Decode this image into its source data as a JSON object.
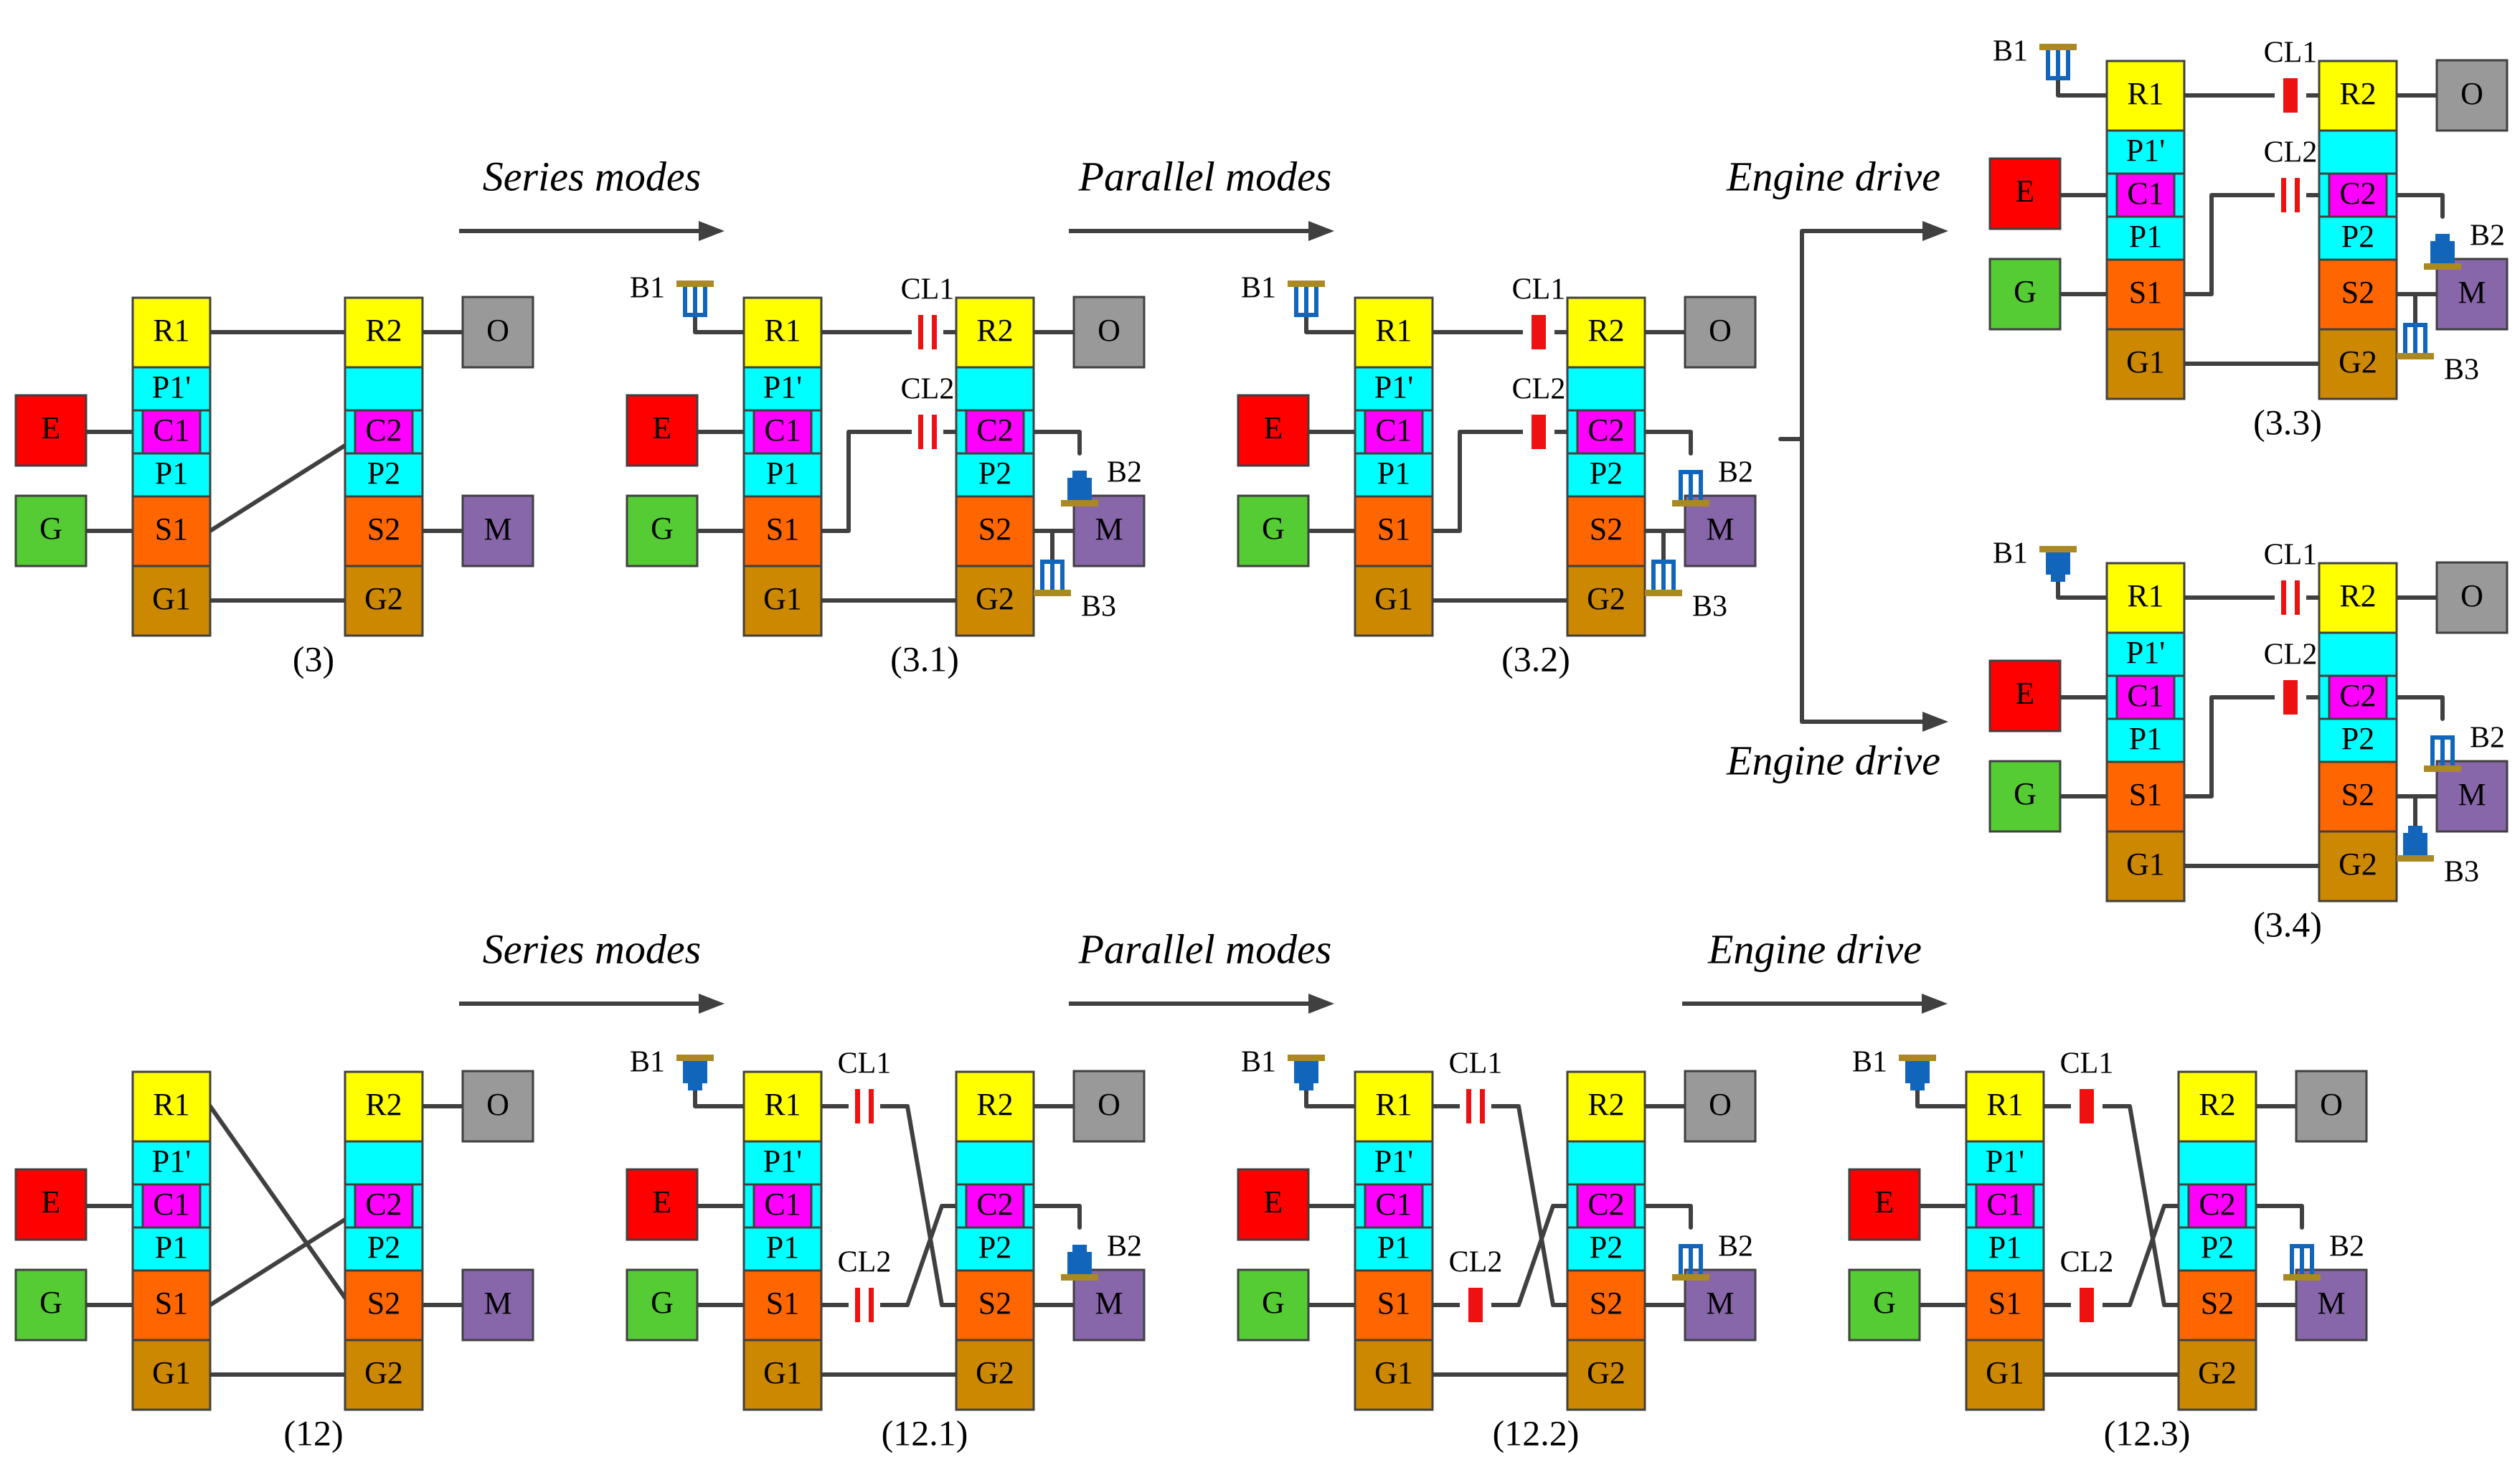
{
  "colors": {
    "R": "#FFFF00",
    "P": "#00FFFF",
    "C": "#FF00FF",
    "S": "#FF6600",
    "G": "#CC8800",
    "E": "#FF0000",
    "Gen": "#55CC33",
    "O": "#999999",
    "M": "#8866AA",
    "brake": "#1166BB",
    "brake_base": "#AA8822",
    "clutch": "#EE1111",
    "wire": "#404040"
  },
  "labels": {
    "R1": "R1",
    "R2": "R2",
    "P1p": "P1'",
    "P1": "P1",
    "P2": "P2",
    "C1": "C1",
    "C2": "C2",
    "S1": "S1",
    "S2": "S2",
    "G1": "G1",
    "G2": "G2",
    "E": "E",
    "G": "G",
    "O": "O",
    "M": "M",
    "B1": "B1",
    "B2": "B2",
    "B3": "B3",
    "CL1": "CL1",
    "CL2": "CL2"
  },
  "arrows": {
    "series": "Series modes",
    "parallel": "Parallel  modes",
    "engine": "Engine drive"
  },
  "diagrams": [
    {
      "id": "d3",
      "caption": "(3)",
      "variant": "A",
      "b1": null,
      "b2": null,
      "b3": null,
      "cl1": null,
      "cl2": null
    },
    {
      "id": "d31",
      "caption": "(3.1)",
      "variant": "A",
      "b1": "released",
      "b2": "engaged",
      "b3": "released",
      "cl1": "open",
      "cl2": "open"
    },
    {
      "id": "d32",
      "caption": "(3.2)",
      "variant": "A",
      "b1": "released",
      "b2": "released",
      "b3": "released",
      "cl1": "closed",
      "cl2": "closed"
    },
    {
      "id": "d33",
      "caption": "(3.3)",
      "variant": "A",
      "b1": "released",
      "b2": "engaged",
      "b3": "released",
      "cl1": "closed",
      "cl2": "open"
    },
    {
      "id": "d34",
      "caption": "(3.4)",
      "variant": "A",
      "b1": "engaged",
      "b2": "released",
      "b3": "engaged",
      "cl1": "open",
      "cl2": "closed"
    },
    {
      "id": "d12",
      "caption": "(12)",
      "variant": "B",
      "b1": null,
      "b2": null,
      "b3": null,
      "cl1": null,
      "cl2": null
    },
    {
      "id": "d121",
      "caption": "(12.1)",
      "variant": "B",
      "b1": "engaged",
      "b2": "engaged",
      "b3": null,
      "cl1": "open",
      "cl2": "open"
    },
    {
      "id": "d122",
      "caption": "(12.2)",
      "variant": "B",
      "b1": "engaged",
      "b2": "released",
      "b3": null,
      "cl1": "open",
      "cl2": "closed"
    },
    {
      "id": "d123",
      "caption": "(12.3)",
      "variant": "B",
      "b1": "engaged",
      "b2": "released",
      "b3": null,
      "cl1": "closed",
      "cl2": "closed"
    }
  ]
}
